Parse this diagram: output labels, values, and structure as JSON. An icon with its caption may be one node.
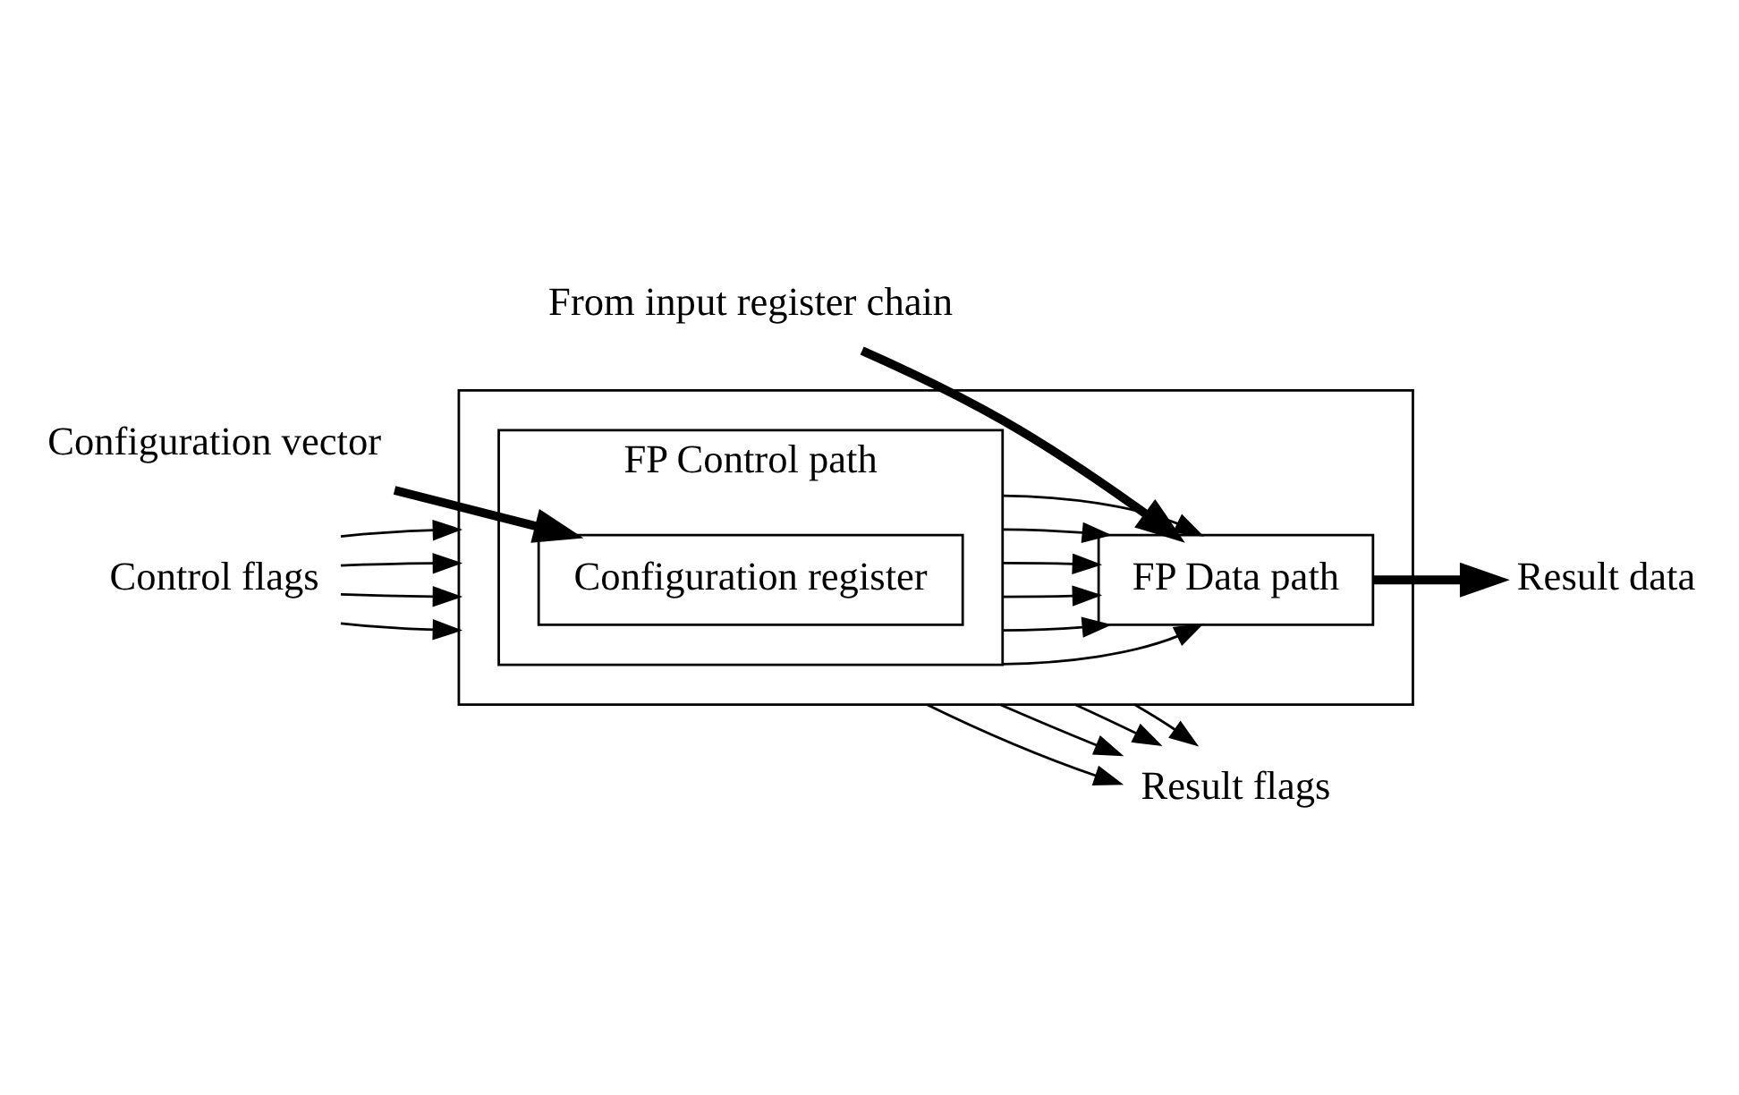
{
  "diagram": {
    "nodes": [
      {
        "text": [],
        "shape": "box"
      },
      {
        "text": [
          "FP Control path"
        ],
        "in": 0
      },
      {
        "text": [
          "Configuration register"
        ],
        "in": 1
      },
      {
        "text": [
          "FP Data path"
        ],
        "in": 0
      },
      {
        "text": [
          "Configuration vector"
        ]
      },
      {
        "text": [
          "Control flags"
        ]
      },
      {
        "text": [
          "From input register chain"
        ]
      },
      {
        "text": [
          "Result flags"
        ]
      },
      {
        "text": [
          "Result data"
        ]
      }
    ],
    "edges": [
      {
        "from": 4,
        "to": 2,
        "arrow": "to",
        "style": "thick"
      },
      {
        "from": 5,
        "to": 0,
        "arrow": "to"
      },
      {
        "from": 5,
        "to": 0,
        "arrow": "to"
      },
      {
        "from": 5,
        "to": 0,
        "arrow": "to"
      },
      {
        "from": 5,
        "to": 0,
        "arrow": "to"
      },
      {
        "from": 0,
        "to": 7,
        "arrow": "to"
      },
      {
        "from": 0,
        "to": 7,
        "arrow": "to"
      },
      {
        "from": 0,
        "to": 7,
        "arrow": "to"
      },
      {
        "from": 0,
        "to": 7,
        "arrow": "to"
      },
      {
        "from": 1,
        "to": 3,
        "arrow": "to"
      },
      {
        "from": 1,
        "to": 3,
        "arrow": "to"
      },
      {
        "from": 1,
        "to": 3,
        "arrow": "to"
      },
      {
        "from": 1,
        "to": 3,
        "arrow": "to"
      },
      {
        "from": 1,
        "to": 3,
        "arrow": "to"
      },
      {
        "from": 1,
        "to": 3,
        "arrow": "to"
      },
      {
        "from": 6,
        "to": 3,
        "arrow": "to",
        "style": "thick"
      },
      {
        "from": 3,
        "to": 8,
        "arrow": "to",
        "style": "thick"
      }
    ]
  }
}
